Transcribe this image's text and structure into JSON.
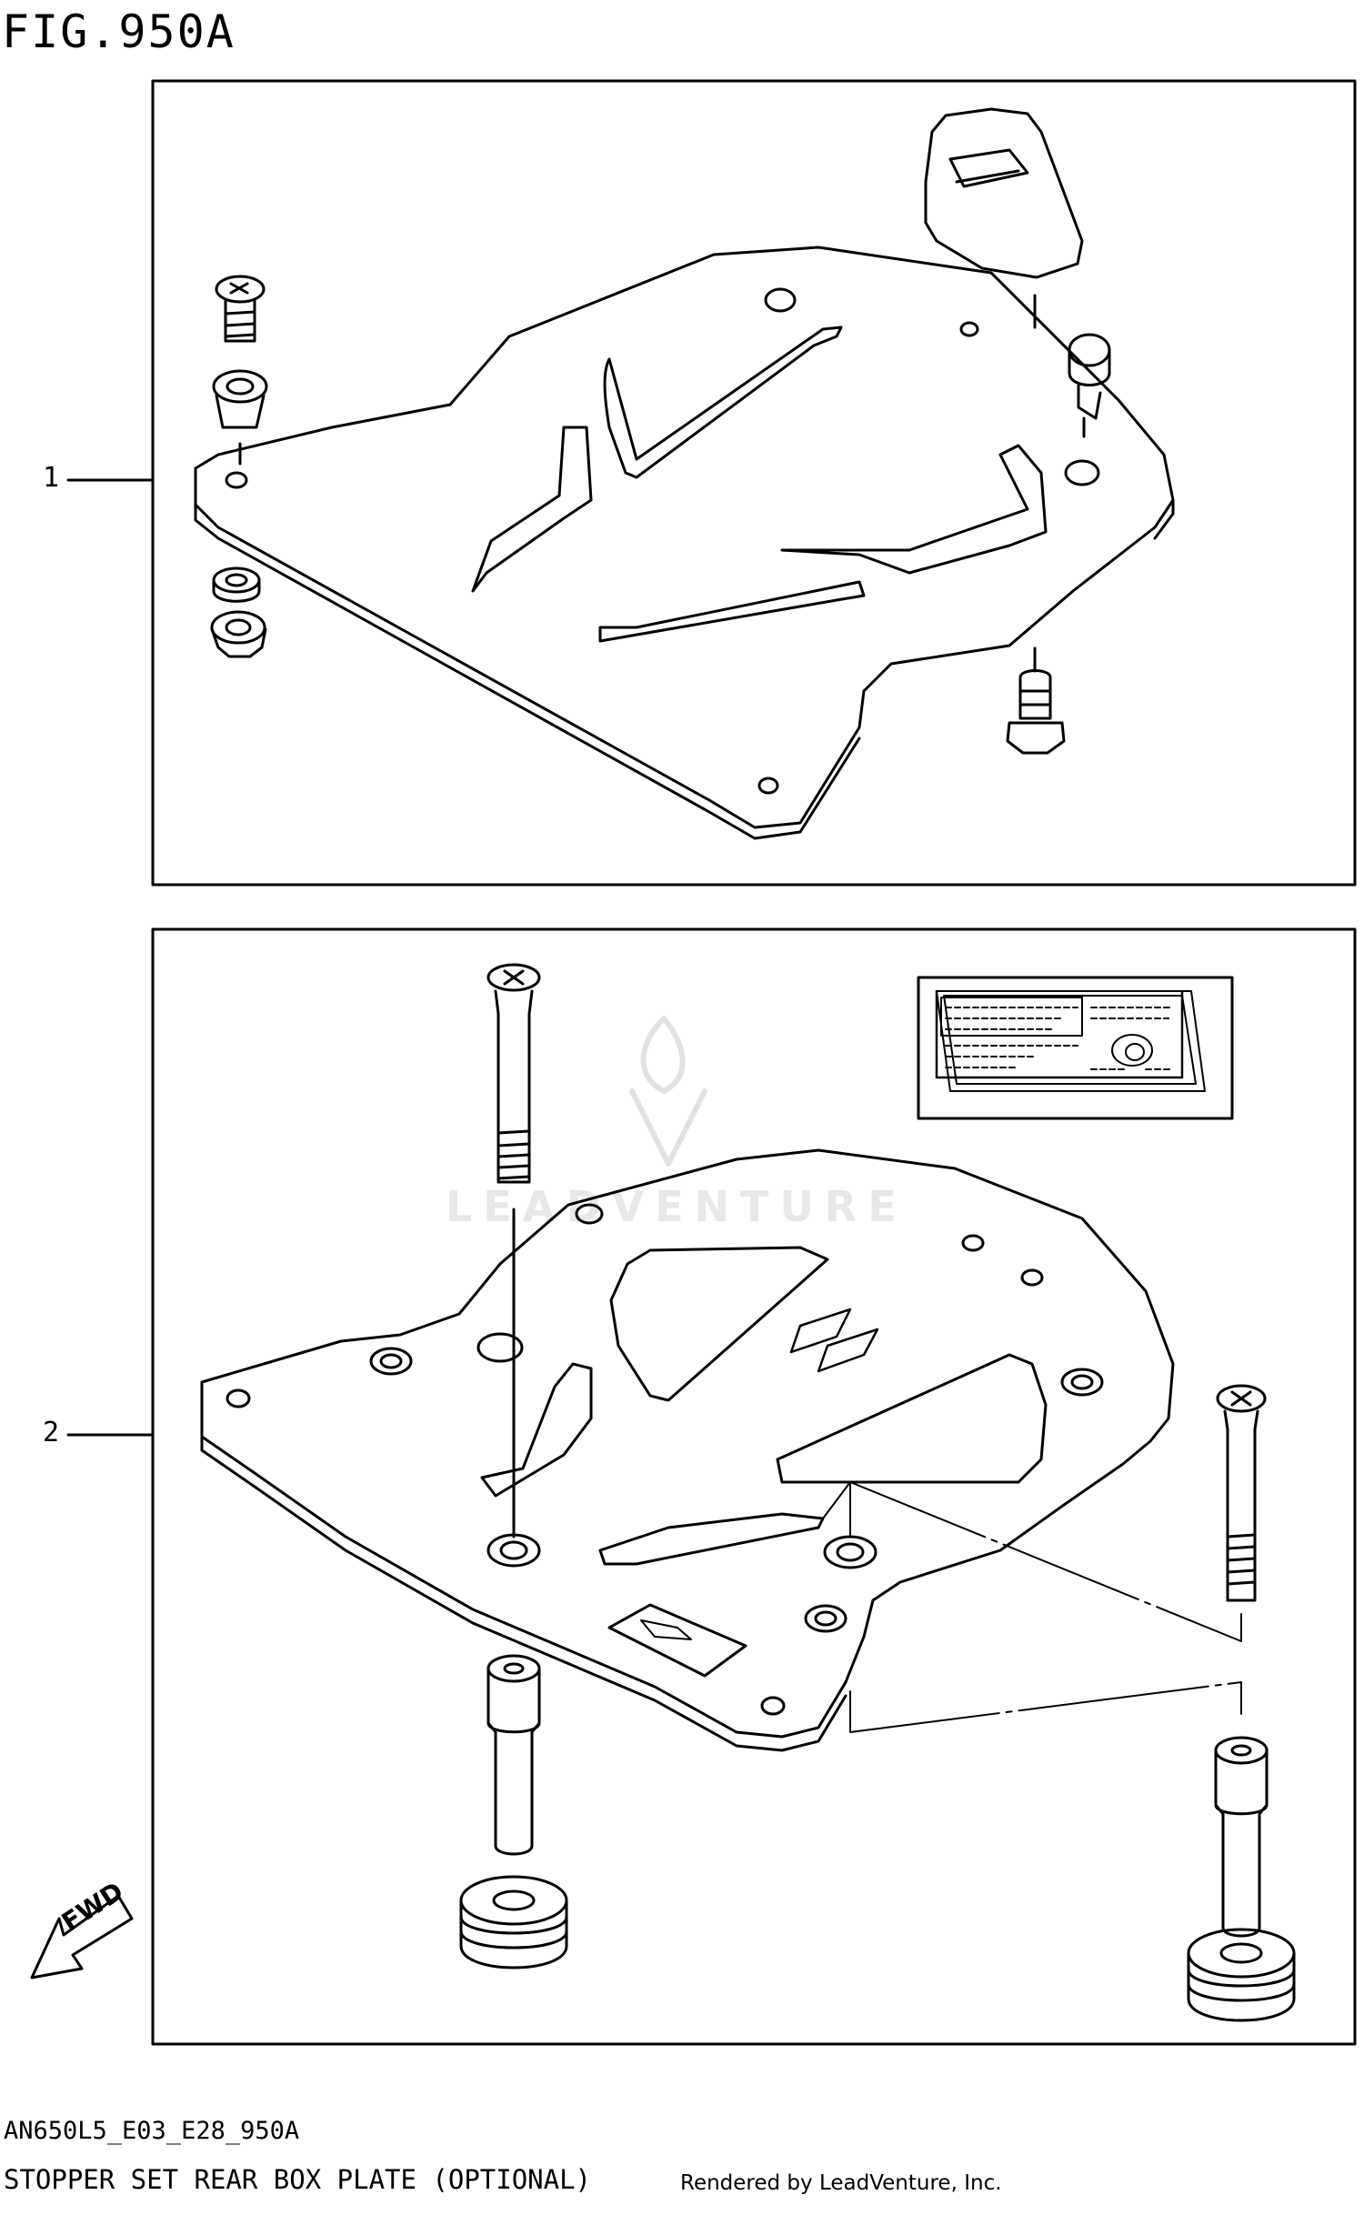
{
  "figure": {
    "title": "FIG.950A"
  },
  "callouts": [
    {
      "label": "1"
    },
    {
      "label": "2"
    }
  ],
  "arrow": {
    "label": "FWD"
  },
  "watermark": {
    "text": "LEADVENTURE"
  },
  "footer": {
    "model_code": "AN650L5_E03_E28_950A",
    "description": "STOPPER SET REAR BOX PLATE (OPTIONAL)",
    "rendered_by": "Rendered by LeadVenture, Inc."
  },
  "colors": {
    "line": "#000000",
    "background": "#ffffff",
    "watermark": "#e8e8e8"
  }
}
